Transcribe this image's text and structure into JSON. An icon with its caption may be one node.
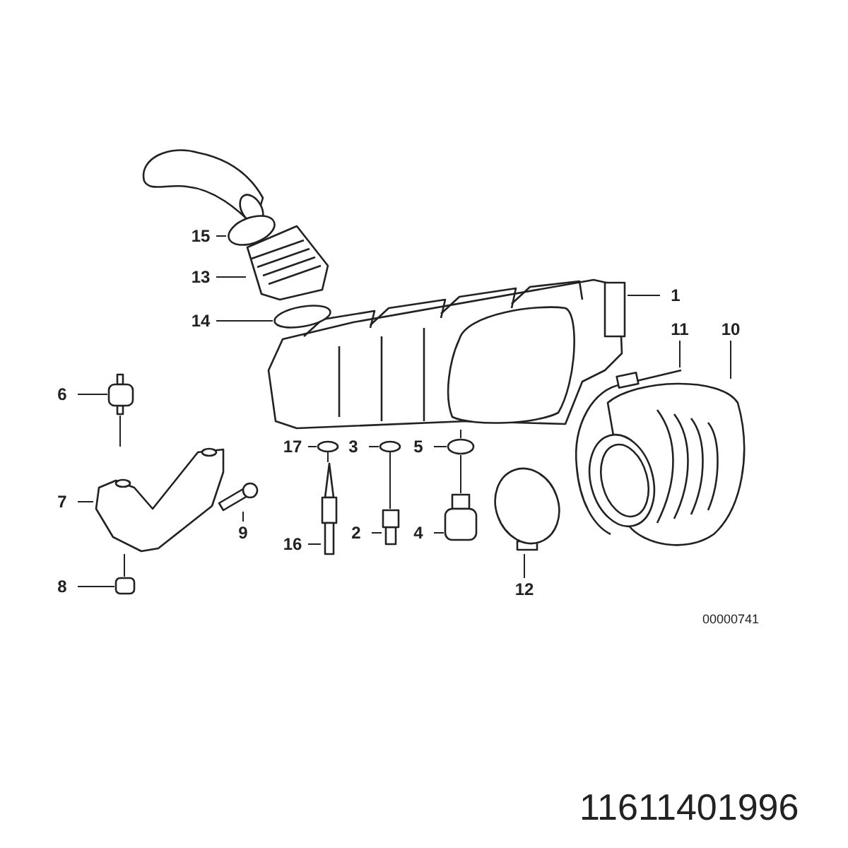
{
  "diagram": {
    "nodes": [
      {
        "text": [
          "15"
        ]
      },
      {
        "text": [
          "13"
        ]
      },
      {
        "text": [
          "1"
        ]
      },
      {
        "text": [
          "14"
        ]
      },
      {
        "text": [
          "11"
        ]
      },
      {
        "text": [
          "10"
        ]
      },
      {
        "text": [
          "6"
        ]
      },
      {
        "text": [
          "17"
        ]
      },
      {
        "text": [
          "3"
        ]
      },
      {
        "text": [
          "5"
        ]
      },
      {
        "text": [
          "7"
        ]
      },
      {
        "text": [
          "9"
        ]
      },
      {
        "text": [
          "2"
        ]
      },
      {
        "text": [
          "4"
        ]
      },
      {
        "text": [
          "16"
        ]
      },
      {
        "text": [
          "8"
        ]
      },
      {
        "text": [
          "12"
        ]
      },
      {
        "text": [],
        "shape": "circle"
      },
      {
        "text": [],
        "shape": "picture"
      },
      {
        "text": [],
        "shape": "picture"
      },
      {
        "text": [],
        "shape": "circle"
      },
      {
        "text": [],
        "shape": "picture"
      },
      {
        "text": [],
        "shape": "picture"
      },
      {
        "text": [],
        "shape": "box"
      },
      {
        "text": [],
        "shape": "circle"
      },
      {
        "text": [],
        "shape": "circle"
      },
      {
        "text": [],
        "shape": "circle"
      },
      {
        "text": [],
        "shape": "picture"
      },
      {
        "text": [],
        "shape": "picture"
      },
      {
        "text": [],
        "shape": "box"
      },
      {
        "text": [],
        "shape": "box"
      },
      {
        "text": [],
        "shape": "picture"
      },
      {
        "text": [],
        "shape": "box"
      },
      {
        "text": [],
        "shape": "circle"
      }
    ],
    "edges": [
      {
        "from": 0,
        "to": 17,
        "arrow": "none"
      },
      {
        "from": 1,
        "to": 18,
        "arrow": "none"
      },
      {
        "from": 2,
        "to": 19,
        "arrow": "none"
      },
      {
        "from": 3,
        "to": 20,
        "arrow": "none"
      },
      {
        "from": 4,
        "to": 21,
        "arrow": "none"
      },
      {
        "from": 5,
        "to": 22,
        "arrow": "none"
      },
      {
        "from": 6,
        "to": 23,
        "arrow": "none"
      },
      {
        "from": 7,
        "to": 24,
        "arrow": "none"
      },
      {
        "from": 8,
        "to": 25,
        "arrow": "none"
      },
      {
        "from": 9,
        "to": 26,
        "arrow": "none"
      },
      {
        "from": 10,
        "to": 27,
        "arrow": "none"
      },
      {
        "from": 11,
        "to": 28,
        "arrow": "none"
      },
      {
        "from": 12,
        "to": 29,
        "arrow": "none"
      },
      {
        "from": 13,
        "to": 30,
        "arrow": "none"
      },
      {
        "from": 14,
        "to": 31,
        "arrow": "none"
      },
      {
        "from": 15,
        "to": 32,
        "arrow": "none"
      },
      {
        "from": 16,
        "to": 33,
        "arrow": "none"
      },
      {
        "from": 23,
        "to": 27,
        "arrow": "none"
      },
      {
        "from": 27,
        "to": 32,
        "arrow": "none"
      },
      {
        "from": 24,
        "to": 31,
        "arrow": "none"
      },
      {
        "from": 25,
        "to": 29,
        "arrow": "none"
      },
      {
        "from": 19,
        "to": 26,
        "arrow": "none"
      },
      {
        "from": 26,
        "to": 30,
        "arrow": "none"
      }
    ],
    "labels": [
      "00000741",
      "11611401996"
    ]
  }
}
